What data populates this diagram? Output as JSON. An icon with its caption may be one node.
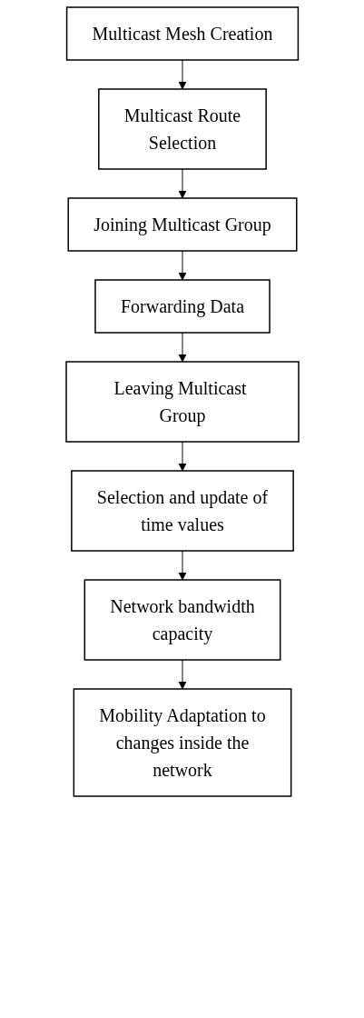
{
  "diagram": {
    "nodes": [
      {
        "text": [
          "Multicast Mesh Creation"
        ]
      },
      {
        "text": [
          "Multicast Route Selection"
        ]
      },
      {
        "text": [
          "Joining Multicast Group"
        ]
      },
      {
        "text": [
          "Forwarding Data"
        ]
      },
      {
        "text": [
          "Leaving Multicast Group"
        ]
      },
      {
        "text": [
          "Selection and update of time values"
        ]
      },
      {
        "text": [
          "Network bandwidth capacity"
        ]
      },
      {
        "text": [
          "Mobility Adaptation to changes inside the network"
        ]
      }
    ],
    "edges": [
      {
        "from": 0,
        "to": 1,
        "arrow": "to"
      },
      {
        "from": 1,
        "to": 2,
        "arrow": "to"
      },
      {
        "from": 2,
        "to": 3,
        "arrow": "to"
      },
      {
        "from": 3,
        "to": 4,
        "arrow": "to"
      },
      {
        "from": 4,
        "to": 5,
        "arrow": "to"
      },
      {
        "from": 5,
        "to": 6,
        "arrow": "to"
      },
      {
        "from": 6,
        "to": 7,
        "arrow": "to"
      }
    ]
  }
}
